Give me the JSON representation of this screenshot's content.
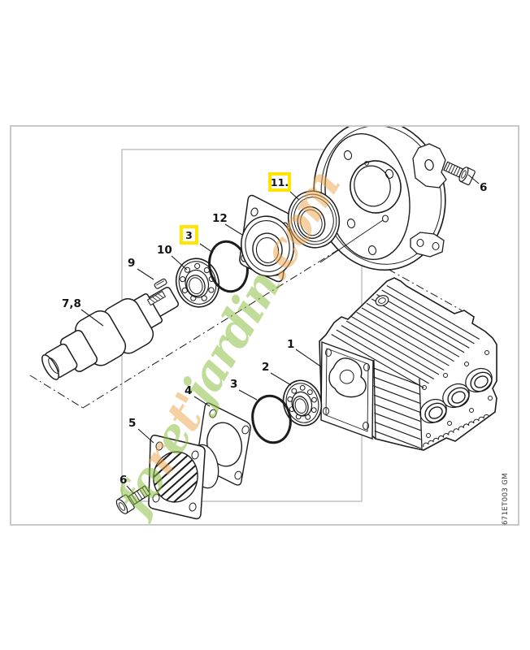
{
  "frame": {
    "border_color": "#c9c9c9",
    "inner_border_color": "#b3b3b3"
  },
  "highlight_color": "#ffe500",
  "plate_code": "671ET003 GM",
  "watermark": {
    "text": "foret'jardin.com",
    "green": "#86bb39",
    "orange": "#e9a44e",
    "green_rgba": "rgba(134,187,57,0.52)",
    "orange_rgba": "rgba(233,164,78,0.52)",
    "letters": [
      {
        "ch": "f",
        "c": "g"
      },
      {
        "ch": "o",
        "c": "g"
      },
      {
        "ch": "r",
        "c": "o"
      },
      {
        "ch": "e",
        "c": "g"
      },
      {
        "ch": "t",
        "c": "o"
      },
      {
        "ch": "'",
        "c": "o"
      },
      {
        "ch": "j",
        "c": "g"
      },
      {
        "ch": "a",
        "c": "g"
      },
      {
        "ch": "r",
        "c": "g"
      },
      {
        "ch": "d",
        "c": "g"
      },
      {
        "ch": "i",
        "c": "g"
      },
      {
        "ch": "n",
        "c": "g"
      },
      {
        "ch": ".",
        "c": "o"
      },
      {
        "ch": "c",
        "c": "o"
      },
      {
        "ch": "o",
        "c": "o"
      },
      {
        "ch": "m",
        "c": "o"
      }
    ]
  },
  "parts": {
    "p1": {
      "label": "1"
    },
    "p2": {
      "label": "2"
    },
    "p3_lower": {
      "label": "3"
    },
    "p3_boxed": {
      "label": "3"
    },
    "p4": {
      "label": "4"
    },
    "p5": {
      "label": "5"
    },
    "p6_bottom": {
      "label": "6"
    },
    "p6_top": {
      "label": "6"
    },
    "p78": {
      "label": "7,8"
    },
    "p9": {
      "label": "9"
    },
    "p10": {
      "label": "10"
    },
    "p11_boxed": {
      "label": "11."
    },
    "p12": {
      "label": "12"
    }
  }
}
